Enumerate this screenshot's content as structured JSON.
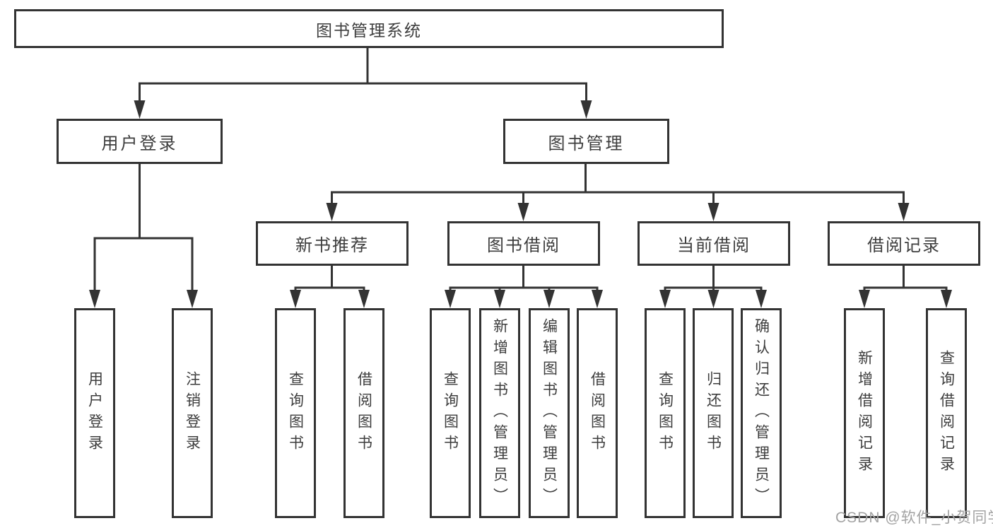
{
  "diagram": {
    "type": "tree-structure-diagram",
    "root": {
      "label": "图书管理系统"
    },
    "level2": [
      {
        "id": "user-login",
        "label": "用户登录",
        "parent": "图书管理系统"
      },
      {
        "id": "book-management",
        "label": "图书管理",
        "parent": "图书管理系统"
      }
    ],
    "level3": [
      {
        "id": "new-book-recommend",
        "label": "新书推荐",
        "parent": "图书管理"
      },
      {
        "id": "book-borrowing",
        "label": "图书借阅",
        "parent": "图书管理"
      },
      {
        "id": "current-borrowing",
        "label": "当前借阅",
        "parent": "图书管理"
      },
      {
        "id": "borrowing-records",
        "label": "借阅记录",
        "parent": "图书管理"
      }
    ],
    "leaves": [
      {
        "id": "leaf-user-login",
        "label": "用户登录",
        "parent": "用户登录"
      },
      {
        "id": "leaf-logout",
        "label": "注销登录",
        "parent": "用户登录"
      },
      {
        "id": "leaf-query-books-recommend",
        "label": "查询图书",
        "parent": "新书推荐"
      },
      {
        "id": "leaf-borrow-books-recommend",
        "label": "借阅图书",
        "parent": "新书推荐"
      },
      {
        "id": "leaf-query-books-borrowing",
        "label": "查询图书",
        "parent": "图书借阅"
      },
      {
        "id": "leaf-add-books-admin",
        "label": "新增图书（管理员）",
        "parent": "图书借阅"
      },
      {
        "id": "leaf-edit-books-admin",
        "label": "编辑图书（管理员）",
        "parent": "图书借阅"
      },
      {
        "id": "leaf-borrow-books",
        "label": "借阅图书",
        "parent": "图书借阅"
      },
      {
        "id": "leaf-query-books-current",
        "label": "查询图书",
        "parent": "当前借阅"
      },
      {
        "id": "leaf-return-books",
        "label": "归还图书",
        "parent": "当前借阅"
      },
      {
        "id": "leaf-confirm-return-admin",
        "label": "确认归还（管理员）",
        "parent": "当前借阅"
      },
      {
        "id": "leaf-add-borrow-record",
        "label": "新增借阅记录",
        "parent": "借阅记录"
      },
      {
        "id": "leaf-query-borrow-record",
        "label": "查询借阅记录",
        "parent": "借阅记录"
      }
    ]
  },
  "watermark": {
    "text": "CSDN @软件_小贺同学"
  },
  "colors": {
    "line": "#333333",
    "box_border": "#333333",
    "box_fill": "#ffffff",
    "text": "#3d3d3d",
    "background": "#ffffff",
    "watermark": "#a3a3a3"
  }
}
